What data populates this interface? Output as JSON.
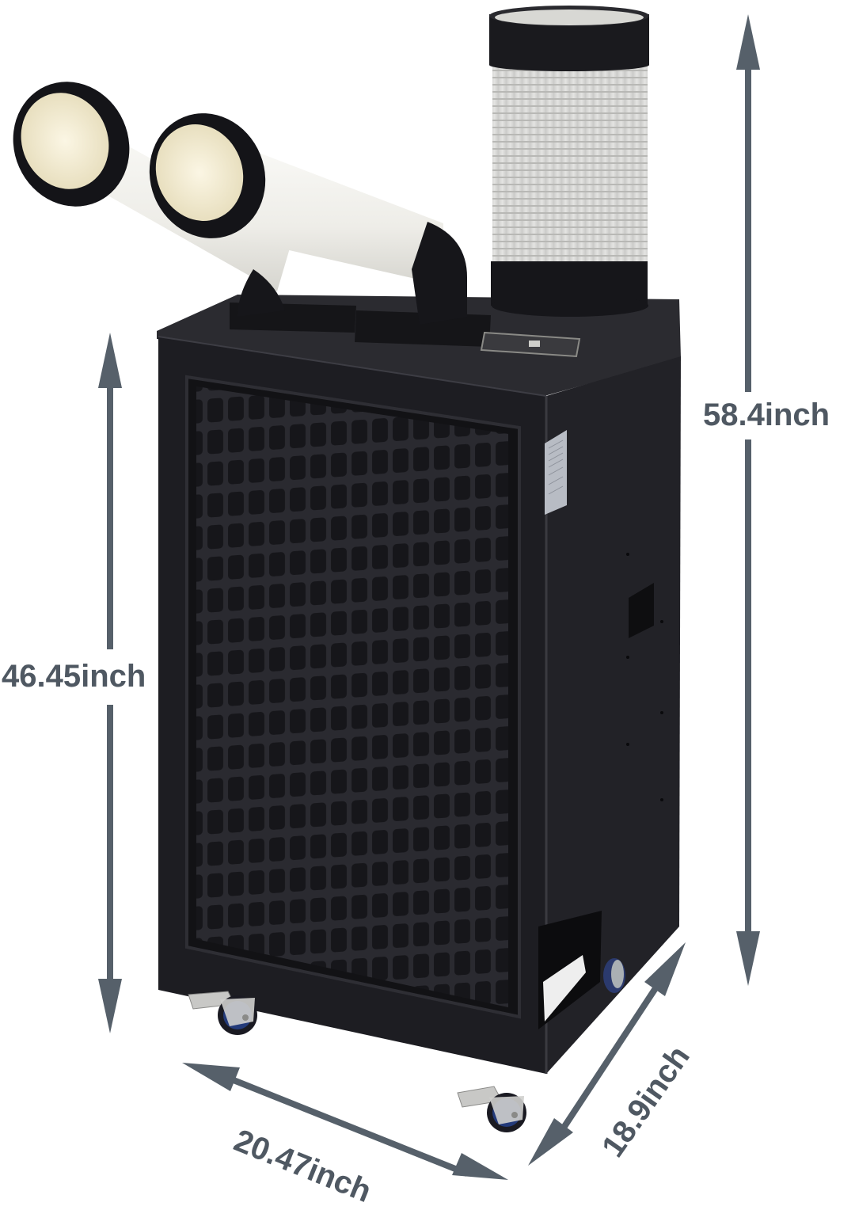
{
  "product": {
    "type": "portable spot air conditioner",
    "color_body": "#1c1c20",
    "color_duct_white": "#f2f1ec",
    "color_duct_grey": "#d9d9d7",
    "color_arrow": "#56606a"
  },
  "dimensions": {
    "total_height": "58.4inch",
    "body_height": "46.45inch",
    "width": "20.47inch",
    "depth": "18.9inch"
  },
  "features": {
    "cold_air_ducts": 2,
    "exhaust_duct": 1,
    "casters": 4,
    "front_grille": "brick-pattern vent grille",
    "side_label": "specification label",
    "side_handle": "recessed handle",
    "top_panel": "control panel window"
  }
}
